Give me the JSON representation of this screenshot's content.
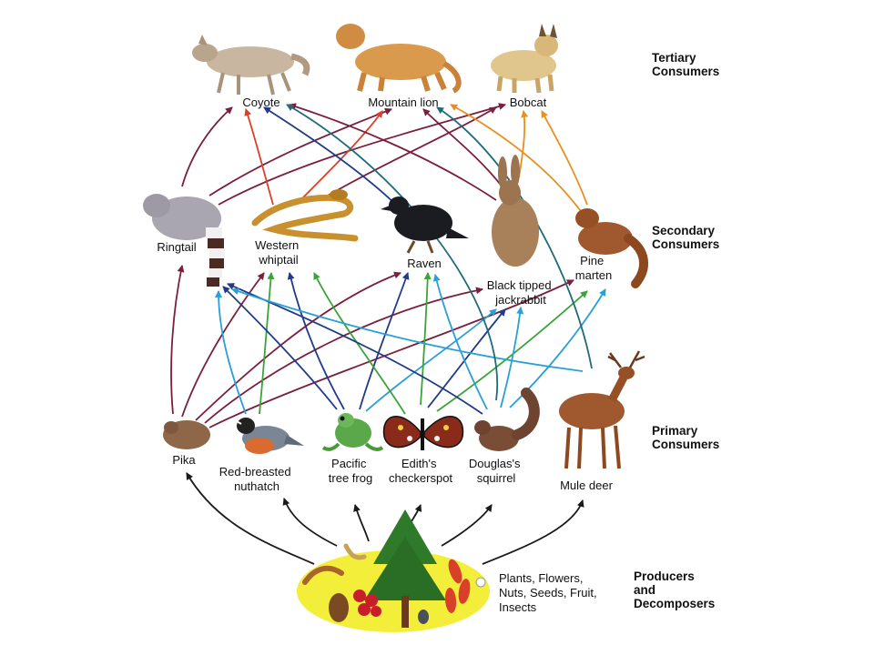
{
  "levels": {
    "tertiary": [
      "Tertiary",
      "Consumers"
    ],
    "secondary": [
      "Secondary",
      "Consumers"
    ],
    "primary": [
      "Primary",
      "Consumers"
    ],
    "producers": [
      "Producers",
      "and",
      "Decomposers"
    ]
  },
  "organisms": {
    "coyote": [
      "Coyote"
    ],
    "mountain_lion": [
      "Mountain lion"
    ],
    "bobcat": [
      "Bobcat"
    ],
    "ringtail": [
      "Ringtail"
    ],
    "western_whiptail": [
      "Western",
      "whiptail"
    ],
    "raven": [
      "Raven"
    ],
    "jackrabbit": [
      "Black tipped",
      "jackrabbit"
    ],
    "pine_marten": [
      "Pine",
      "marten"
    ],
    "pika": [
      "Pika"
    ],
    "nuthatch": [
      "Red-breasted",
      "nuthatch"
    ],
    "tree_frog": [
      "Pacific",
      "tree frog"
    ],
    "checkerspot": [
      "Edith's",
      "checkerspot"
    ],
    "squirrel": [
      "Douglas's",
      "squirrel"
    ],
    "mule_deer": [
      "Mule deer"
    ],
    "producers": [
      "Plants, Flowers,",
      "Nuts, Seeds, Fruit,",
      "Insects"
    ]
  },
  "colors": {
    "producer_blob": "#f3ee3a",
    "arrow_black": "#1a1a1a",
    "arrow_maroon": "#7a1f3d",
    "arrow_navy": "#1f3b8a",
    "arrow_sky": "#2a9fd8",
    "arrow_green": "#3aa33a",
    "arrow_red": "#d8402a",
    "arrow_orange": "#e8901f",
    "arrow_teal": "#1f6b7a"
  }
}
